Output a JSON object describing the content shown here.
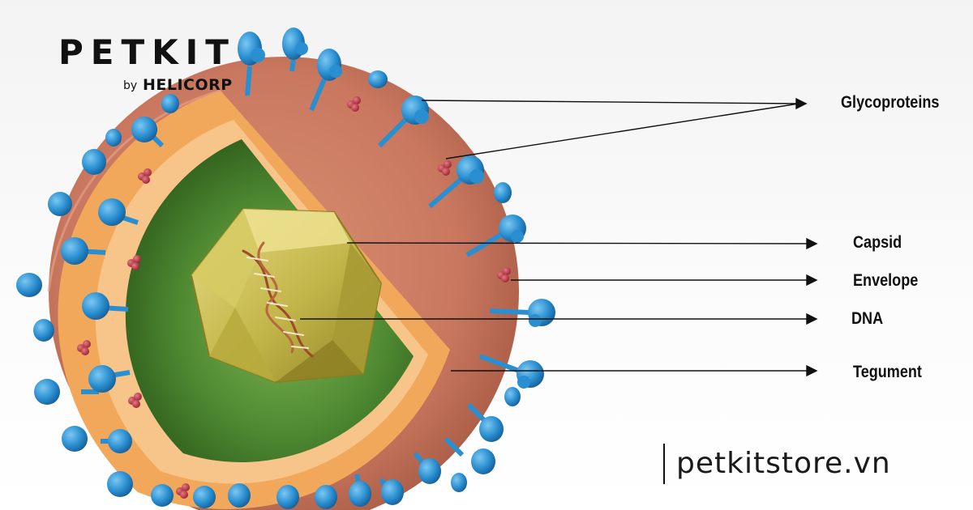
{
  "brand": {
    "name": "PETKIT",
    "by": "by",
    "maker": "HELICORP"
  },
  "labels": {
    "glycoproteins": "Glycoproteins",
    "capsid": "Capsid",
    "envelope": "Envelope",
    "dna": "DNA",
    "tegument": "Tegument"
  },
  "website": "petkitstore.vn",
  "colors": {
    "envelope_outer": "#c9785f",
    "tegument": "#f2a85a",
    "tegument_light": "#f7c489",
    "core": "#4f8a32",
    "capsid": "#c2b548",
    "glycoprotein": "#2a8fd0",
    "granule": "#b5303f",
    "dna": "#9b4a2a"
  }
}
